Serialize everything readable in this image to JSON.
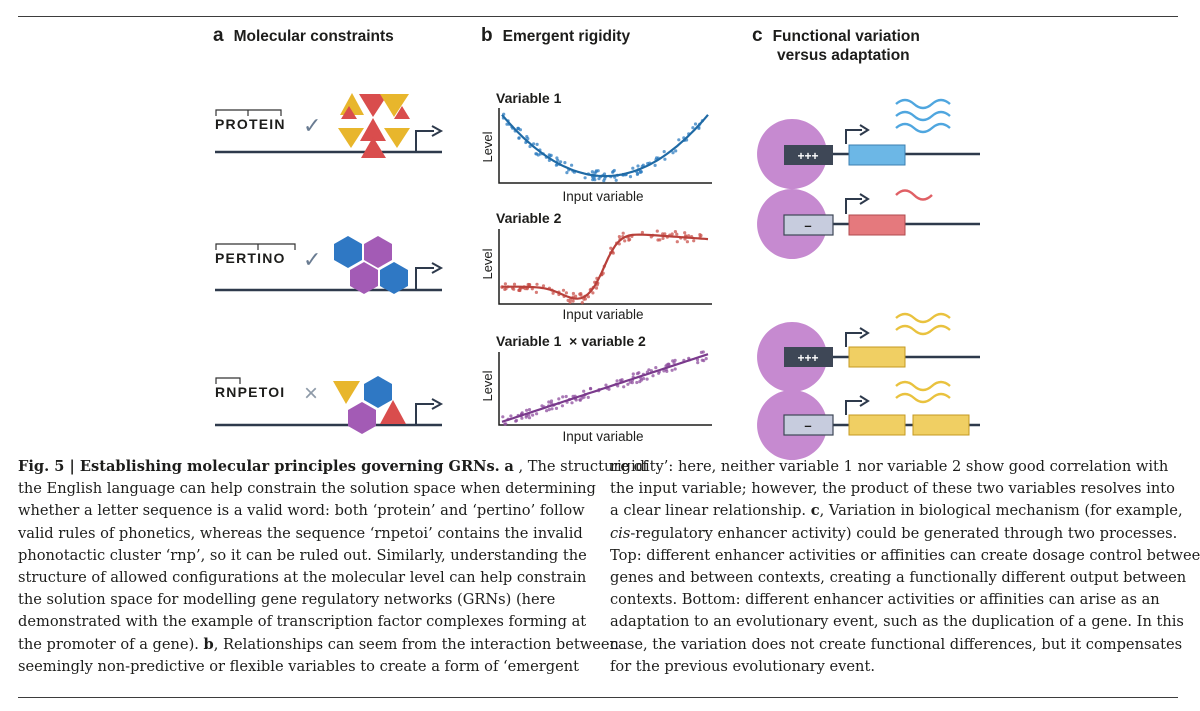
{
  "panels": {
    "a": {
      "letter": "a",
      "title": "Molecular constraints",
      "words": [
        "PROTEIN",
        "PERTINO",
        "RNPETOI"
      ],
      "marks": [
        "✓",
        "✓",
        "×"
      ]
    },
    "b": {
      "letter": "b",
      "title": "Emergent rigidity"
    },
    "c": {
      "letter": "c",
      "title_line1": "Functional variation",
      "title_line2": "versus adaptation",
      "enhancer_labels": [
        "+++",
        "–",
        "+++",
        "–"
      ]
    }
  },
  "chart_data": [
    {
      "type": "scatter",
      "title": "Variable 1",
      "xlabel": "Input variable",
      "ylabel": "Level",
      "shape": "u-curve"
    },
    {
      "type": "scatter",
      "title": "Variable 2",
      "xlabel": "Input variable",
      "ylabel": "Level",
      "shape": "dip-then-sigmoid-rise"
    },
    {
      "type": "scatter",
      "title": "Variable 1  × variable 2",
      "xlabel": "Input variable",
      "ylabel": "Level",
      "shape": "linear-increasing"
    }
  ],
  "colors": {
    "blue": "#1f6aa5",
    "red": "#b8403a",
    "purple": "#7a3a8c",
    "hex_blue": "#2f78c4",
    "hex_purple": "#a35bb5",
    "tri_yellow": "#e8b62c",
    "tri_red": "#d94d4d",
    "gene_blue": "#6cb7e6",
    "gene_red": "#e5797d",
    "gene_yellow": "#f0cf63",
    "tf_purple": "#c68ad0",
    "enh_dark": "#3e4756",
    "enh_light": "#c7ccde"
  },
  "caption": {
    "fig_label": "Fig. 5 | Establishing molecular principles governing GRNs.",
    "left_lines": [
      " , The structure of",
      "the English language can help constrain the solution space when determining",
      "whether a letter sequence is a valid word: both ‘protein’ and ‘pertino’ follow",
      "valid rules of phonetics, whereas the sequence ‘rnpetoi’ contains the invalid",
      "phonotactic cluster ‘rnp’, so it can be ruled out. Similarly, understanding the",
      "structure of allowed configurations at the molecular level can help constrain",
      "the solution space for modelling gene regulatory networks (GRNs) (here",
      "demonstrated with the example of transcription factor complexes forming at",
      "the promoter of a gene).",
      ", Relationships can seem from the interaction between",
      "seemingly non-predictive or flexible variables to create a form of ‘emergent"
    ],
    "right_lines": [
      "rigidity’: here, neither variable 1 nor variable 2 show good correlation with",
      "the input variable; however, the product of these two variables resolves into",
      "a clear linear relationship.",
      ", Variation in biological mechanism (for example,",
      "cis",
      "-regulatory enhancer activity) could be generated through two processes.",
      "Top: different enhancer activities or affinities can create dosage control between",
      "genes and between contexts, creating a functionally different output between",
      "contexts. Bottom: different enhancer activities or affinities can arise as an",
      "adaptation to an evolutionary event, such as the duplication of a gene. In this",
      "case, the variation does not create functional differences, but it compensates",
      "for the previous evolutionary event."
    ]
  }
}
